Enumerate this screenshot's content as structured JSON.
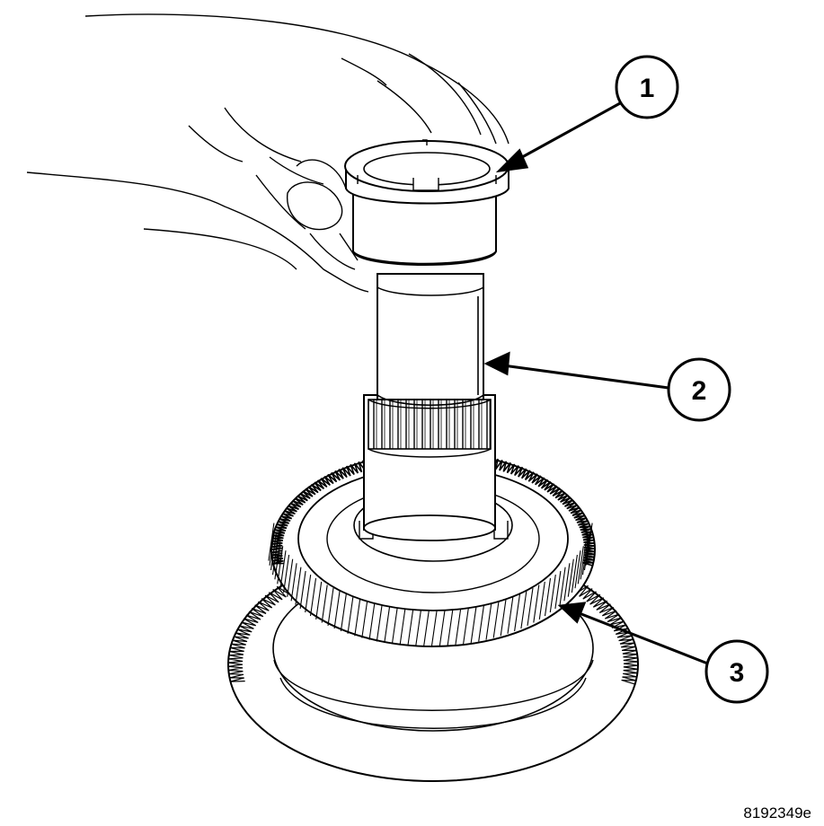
{
  "figure": {
    "id": "8192349e",
    "callouts": [
      {
        "number": "1"
      },
      {
        "number": "2"
      },
      {
        "number": "3"
      }
    ]
  }
}
